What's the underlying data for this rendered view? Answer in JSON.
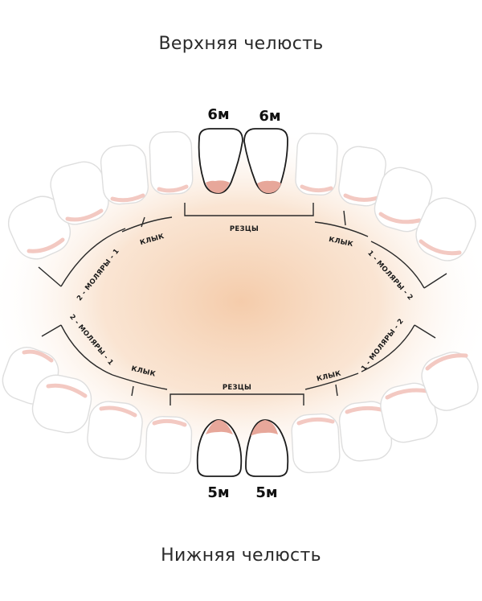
{
  "upper_jaw": {
    "title": "Верхняя челюсть",
    "groups": {
      "molars_left": "2 - МОЛЯРЫ - 1",
      "canine_left": "КЛЫК",
      "incisors": "РЕЗЦЫ",
      "canine_right": "КЛЫК",
      "molars_right": "1 - МОЛЯРЫ - 2"
    },
    "highlight_age_left": "6м",
    "highlight_age_right": "6м"
  },
  "lower_jaw": {
    "title": "Нижняя челюсть",
    "groups": {
      "molars_left": "2 - МОЛЯРЫ - 1",
      "canine_left": "КЛЫК",
      "incisors": "РЕЗЦЫ",
      "canine_right": "КЛЫК",
      "molars_right": "1 - МОЛЯРЫ - 2"
    },
    "highlight_age_left": "5м",
    "highlight_age_right": "5м"
  },
  "colors": {
    "glow": "#f6d3b6",
    "gum": "#e7a79a",
    "gum_faded": "#f3c9c2",
    "outline_faded": "#dedede",
    "outline": "#1c1c1c"
  }
}
